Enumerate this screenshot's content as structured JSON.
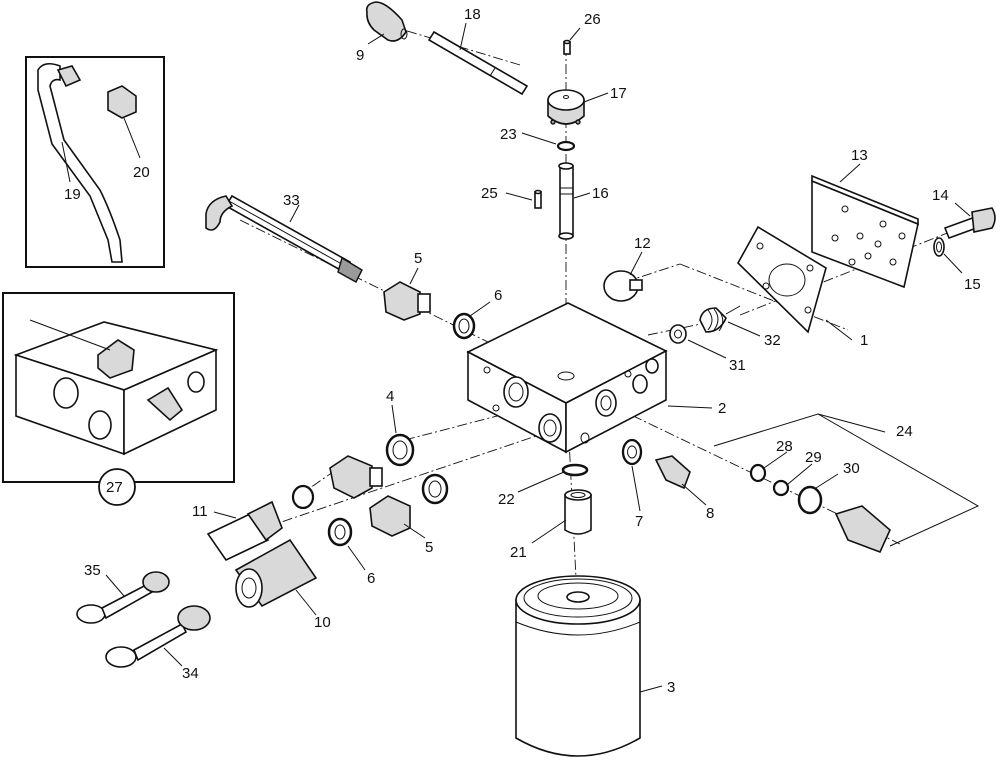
{
  "diagram": {
    "callouts": {
      "c1": "1",
      "c2": "2",
      "c3": "3",
      "c4": "4",
      "c5a": "5",
      "c5b": "5",
      "c6a": "6",
      "c6b": "6",
      "c7": "7",
      "c8": "8",
      "c9": "9",
      "c10": "10",
      "c11": "11",
      "c12": "12",
      "c13": "13",
      "c14": "14",
      "c15": "15",
      "c16": "16",
      "c17": "17",
      "c18": "18",
      "c19": "19",
      "c20": "20",
      "c21": "21",
      "c22": "22",
      "c23": "23",
      "c24": "24",
      "c25": "25",
      "c26": "26",
      "c28": "28",
      "c29": "29",
      "c30": "30",
      "c31": "31",
      "c32": "32",
      "c33": "33",
      "c34": "34",
      "c35": "35"
    },
    "detail_view_label": "27"
  }
}
